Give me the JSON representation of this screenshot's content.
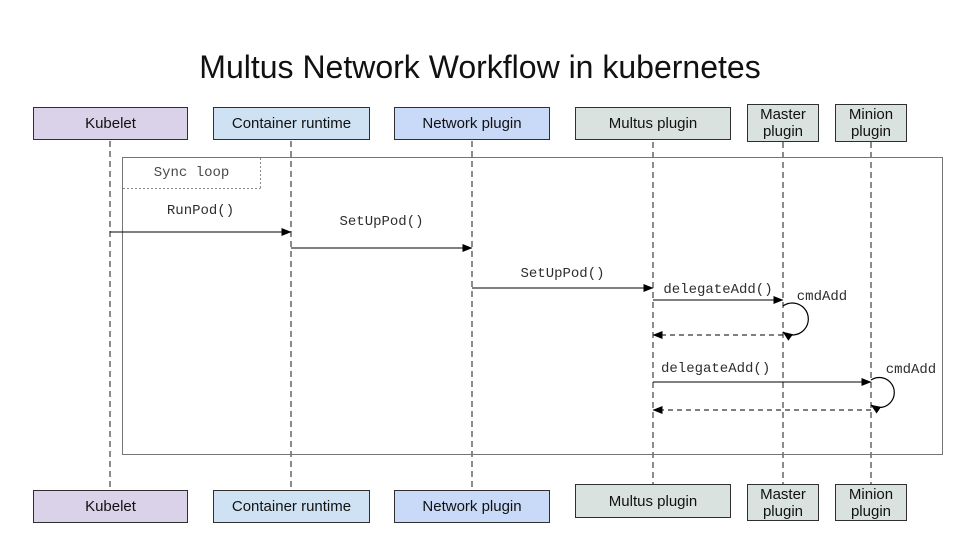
{
  "title": "Multus Network Workflow in kubernetes",
  "actors": [
    {
      "label": "Kubelet",
      "fill": "#d9d2e9"
    },
    {
      "label": "Container runtime",
      "fill": "#cfe2f3"
    },
    {
      "label": "Network plugin",
      "fill": "#c9daf8"
    },
    {
      "label": "Multus plugin",
      "fill": "#d9e2df"
    },
    {
      "label": "Master plugin",
      "fill": "#d9e2df"
    },
    {
      "label": "Minion plugin",
      "fill": "#d9e2df"
    }
  ],
  "frame": {
    "label": "Sync loop"
  },
  "messages": [
    {
      "label": "RunPod()",
      "from": "Kubelet",
      "to": "Container runtime",
      "style": "solid-arrow"
    },
    {
      "label": "SetUpPod()",
      "from": "Container runtime",
      "to": "Network plugin",
      "style": "solid-arrow"
    },
    {
      "label": "SetUpPod()",
      "from": "Network plugin",
      "to": "Multus plugin",
      "style": "solid-arrow"
    },
    {
      "label": "delegateAdd()",
      "from": "Multus plugin",
      "to": "Master plugin",
      "style": "solid-arrow"
    },
    {
      "label": "cmdAdd",
      "from": "Master plugin",
      "to": "Master plugin",
      "style": "self-loop"
    },
    {
      "label": "",
      "from": "Master plugin",
      "to": "Multus plugin",
      "style": "dashed-return"
    },
    {
      "label": "delegateAdd()",
      "from": "Multus plugin",
      "to": "Minion plugin",
      "style": "solid-arrow"
    },
    {
      "label": "cmdAdd",
      "from": "Minion plugin",
      "to": "Minion plugin",
      "style": "self-loop"
    },
    {
      "label": "",
      "from": "Minion plugin",
      "to": "Multus plugin",
      "style": "dashed-return"
    }
  ],
  "colors": {
    "frame_border": "#757575",
    "lifeline": "#1a1a1a",
    "arrow": "#000000",
    "box_border": "#2f2f2f"
  }
}
